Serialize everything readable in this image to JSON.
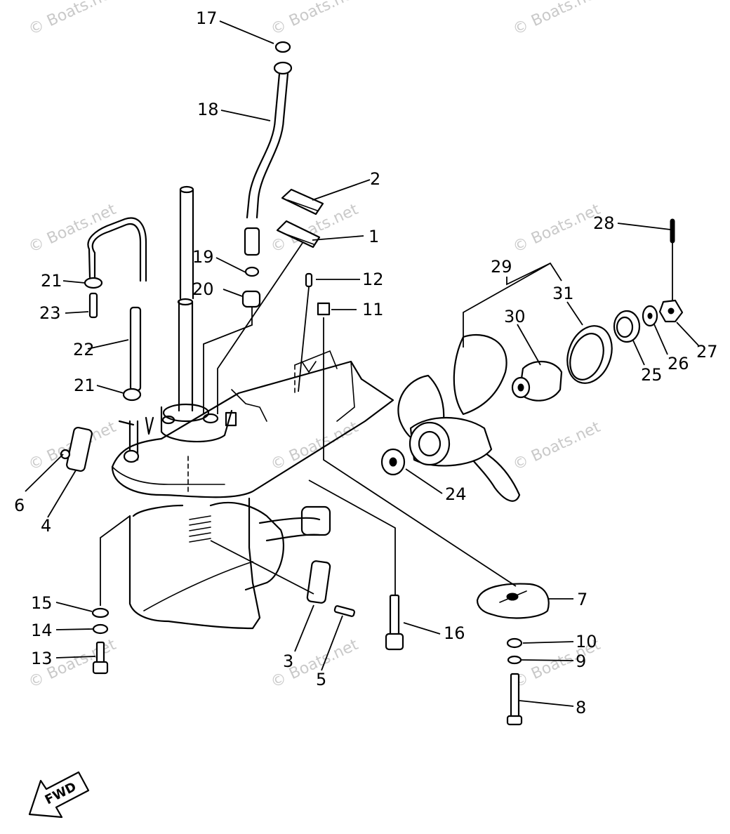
{
  "watermark": "© Boats.net",
  "fwd_label": "FWD",
  "callouts": {
    "c1": "1",
    "c2": "2",
    "c3": "3",
    "c4": "4",
    "c5": "5",
    "c6": "6",
    "c7": "7",
    "c8": "8",
    "c9": "9",
    "c10": "10",
    "c11": "11",
    "c12": "12",
    "c13": "13",
    "c14": "14",
    "c15": "15",
    "c16": "16",
    "c17": "17",
    "c18": "18",
    "c19": "19",
    "c20": "20",
    "c21a": "21",
    "c21b": "21",
    "c22": "22",
    "c23": "23",
    "c24": "24",
    "c25": "25",
    "c26": "26",
    "c27": "27",
    "c28": "28",
    "c29": "29",
    "c30": "30",
    "c31": "31"
  }
}
